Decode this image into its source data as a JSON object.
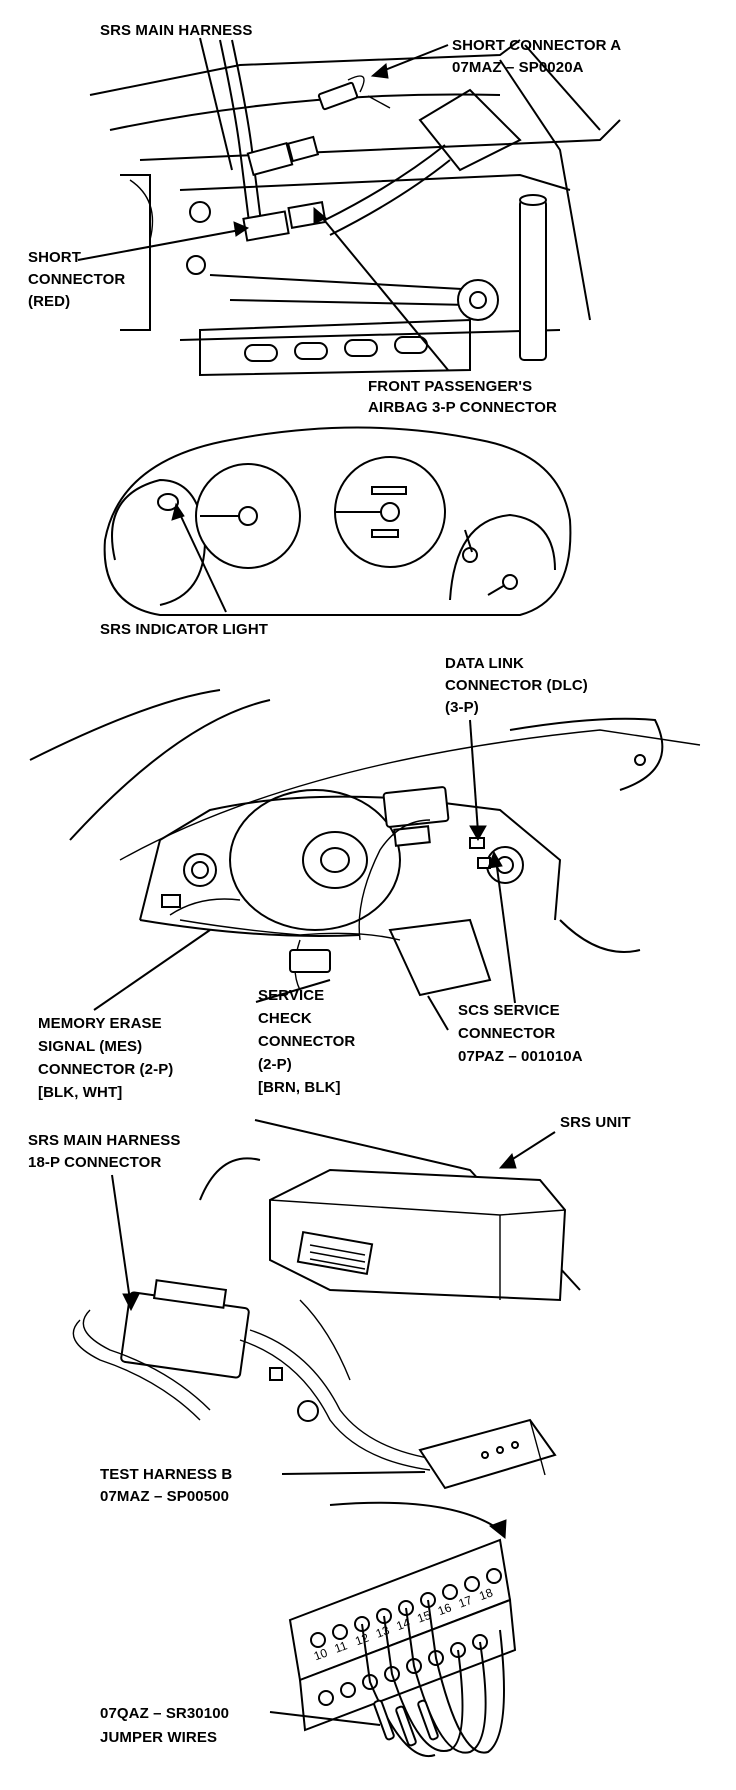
{
  "labels": {
    "srs_main_harness": "SRS MAIN HARNESS",
    "short_connector_a": "SHORT CONNECTOR A",
    "short_connector_a_part": "07MAZ – SP0020A",
    "short_connector_red_l1": "SHORT",
    "short_connector_red_l2": "CONNECTOR",
    "short_connector_red_l3": "(RED)",
    "front_passenger_l1": "FRONT PASSENGER'S",
    "front_passenger_l2": "AIRBAG 3-P CONNECTOR",
    "srs_indicator_light": "SRS INDICATOR LIGHT",
    "dlc_l1": "DATA LINK",
    "dlc_l2": "CONNECTOR (DLC)",
    "dlc_l3": "(3-P)",
    "mes_l1": "MEMORY ERASE",
    "mes_l2": "SIGNAL (MES)",
    "mes_l3": "CONNECTOR (2-P)",
    "mes_l4": "[BLK, WHT]",
    "scc_l1": "SERVICE",
    "scc_l2": "CHECK",
    "scc_l3": "CONNECTOR",
    "scc_l4": "(2-P)",
    "scc_l5": "[BRN, BLK]",
    "scs_l1": "SCS SERVICE",
    "scs_l2": "CONNECTOR",
    "scs_l3": "07PAZ – 001010A",
    "srs_18p_l1": "SRS MAIN HARNESS",
    "srs_18p_l2": "18-P CONNECTOR",
    "srs_unit": "SRS UNIT",
    "test_harness_l1": "TEST HARNESS B",
    "test_harness_l2": "07MAZ – SP00500",
    "jumper_l1": "07QAZ – SR30100",
    "jumper_l2": "JUMPER WIRES"
  },
  "terminal_numbers": [
    "10",
    "11",
    "12",
    "13",
    "14",
    "15",
    "16",
    "17",
    "18"
  ]
}
